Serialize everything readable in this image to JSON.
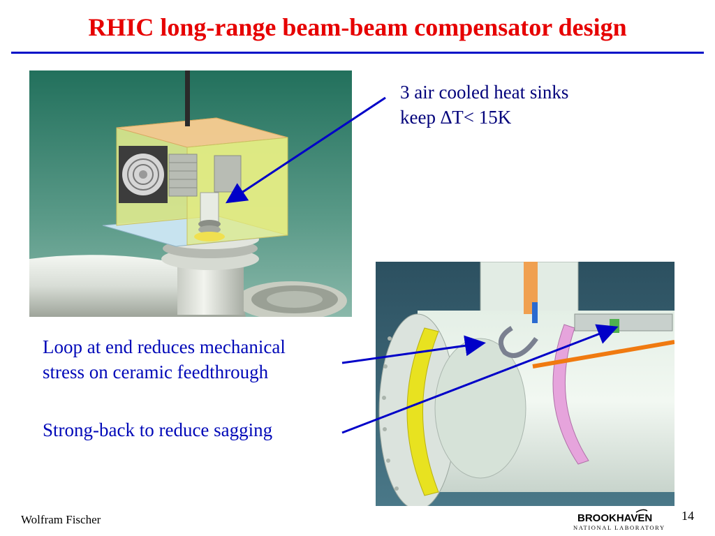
{
  "slide": {
    "title": "RHIC long-range beam-beam compensator design",
    "notes": {
      "heat_sinks": [
        "3 air cooled heat sinks",
        "keep ∆T< 15K"
      ],
      "loop": [
        "Loop at end reduces mechanical",
        "stress on ceramic feedthrough"
      ],
      "strongback": "Strong-back to reduce sagging"
    },
    "footer": {
      "author": "Wolfram Fischer",
      "page_number": "14",
      "logo_text": "BROOKHAVEN",
      "logo_subtext": "NATIONAL LABORATORY"
    }
  },
  "colors": {
    "title": "#e60000",
    "rule": "#0010c8",
    "note_text": "#0008b8",
    "arrow": "#0000c8"
  },
  "icons": {
    "img_assembly": "heat-sink-assembly-render",
    "img_section": "compensator-cross-section-render",
    "logo": "brookhaven-logo"
  }
}
